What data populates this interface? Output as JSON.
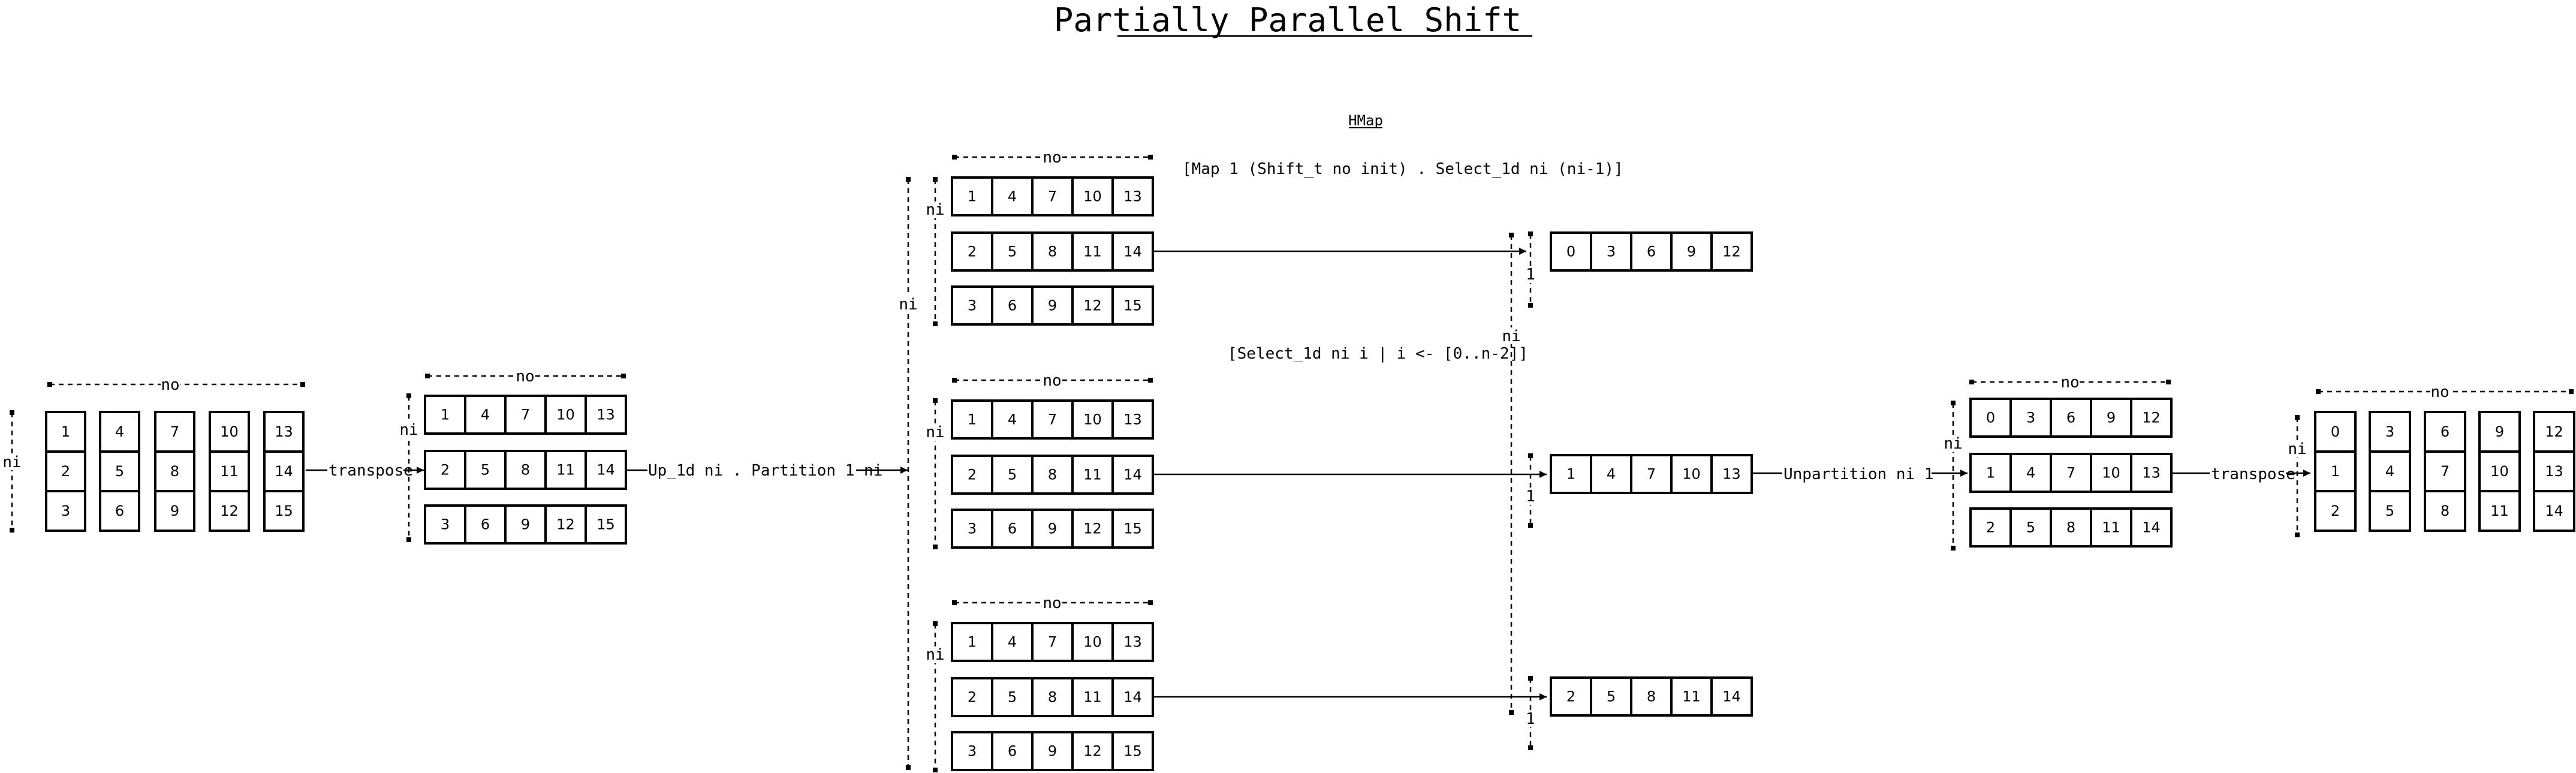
{
  "title": "Partially Parallel Shift",
  "hmap_label": "HMap",
  "dims": {
    "no": "no",
    "ni": "ni",
    "one": "1"
  },
  "ops": {
    "transpose": "transpose",
    "up_partition": "Up_1d ni . Partition 1 ni",
    "map_shift": "[Map 1 (Shift_t no init) . Select_1d ni (ni-1)]",
    "select_list": "[Select_1d ni i | i <- [0..n-2]]",
    "unpartition": "Unpartition ni 1"
  },
  "input_columns": [
    [
      "1",
      "2",
      "3"
    ],
    [
      "4",
      "5",
      "6"
    ],
    [
      "7",
      "8",
      "9"
    ],
    [
      "10",
      "11",
      "12"
    ],
    [
      "13",
      "14",
      "15"
    ]
  ],
  "transposed_rows": [
    [
      "1",
      "4",
      "7",
      "10",
      "13"
    ],
    [
      "2",
      "5",
      "8",
      "11",
      "14"
    ],
    [
      "3",
      "6",
      "9",
      "12",
      "15"
    ]
  ],
  "hmap_out_rows": [
    [
      "0",
      "3",
      "6",
      "9",
      "12"
    ],
    [
      "1",
      "4",
      "7",
      "10",
      "13"
    ],
    [
      "2",
      "5",
      "8",
      "11",
      "14"
    ]
  ],
  "merged_rows": [
    [
      "0",
      "3",
      "6",
      "9",
      "12"
    ],
    [
      "1",
      "4",
      "7",
      "10",
      "13"
    ],
    [
      "2",
      "5",
      "8",
      "11",
      "14"
    ]
  ],
  "output_columns": [
    [
      "0",
      "1",
      "2"
    ],
    [
      "3",
      "4",
      "5"
    ],
    [
      "6",
      "7",
      "8"
    ],
    [
      "9",
      "10",
      "11"
    ],
    [
      "12",
      "13",
      "14"
    ]
  ],
  "colors": {
    "ink": "#000000",
    "background": "#ffffff"
  }
}
